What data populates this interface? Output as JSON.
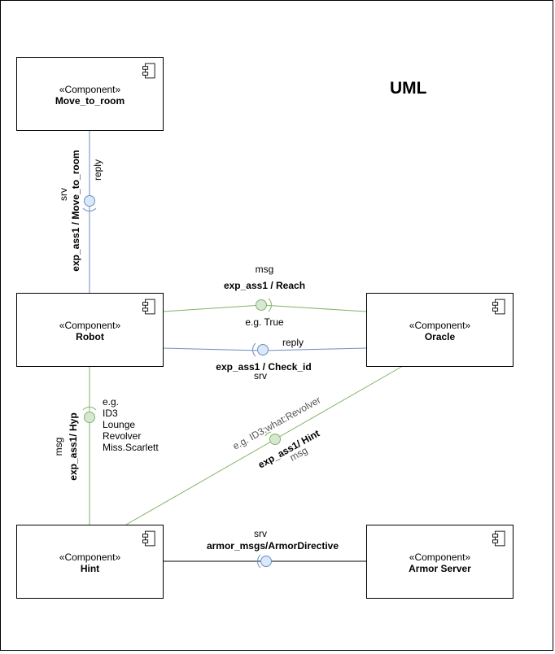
{
  "title": "UML",
  "components": {
    "move_to_room": {
      "stereotype": "«Component»",
      "name": "Move_to_room"
    },
    "robot": {
      "stereotype": "«Component»",
      "name": "Robot"
    },
    "oracle": {
      "stereotype": "«Component»",
      "name": "Oracle"
    },
    "hint": {
      "stereotype": "«Component»",
      "name": "Hint"
    },
    "armor_server": {
      "stereotype": "«Component»",
      "name": "Armor Server"
    }
  },
  "connections": {
    "move": {
      "type": "srv",
      "topic": "exp_ass1 / Move_to_room",
      "note": "reply"
    },
    "reach": {
      "type": "msg",
      "topic": "exp_ass1 / Reach",
      "example": "e.g. True"
    },
    "check": {
      "type": "srv",
      "topic": "exp_ass1 / Check_id",
      "note": "reply"
    },
    "hyp": {
      "type": "msg",
      "topic": "exp_ass1/ Hyp",
      "example": [
        "e.g.",
        "ID3",
        "Lounge",
        "Revolver",
        "Miss.Scarlett"
      ]
    },
    "hint": {
      "type": "msg",
      "topic": "exp_ass1/ Hint",
      "example": "e.g. ID3:what:Revolver"
    },
    "armor": {
      "type": "srv",
      "topic": "armor_msgs/ArmorDirective"
    }
  },
  "colors": {
    "srv_line": "#6c8ebf",
    "msg_line": "#82b366",
    "srv_fill": "#dae8fc",
    "msg_fill": "#d5e8d4",
    "plain_line": "#000000"
  }
}
